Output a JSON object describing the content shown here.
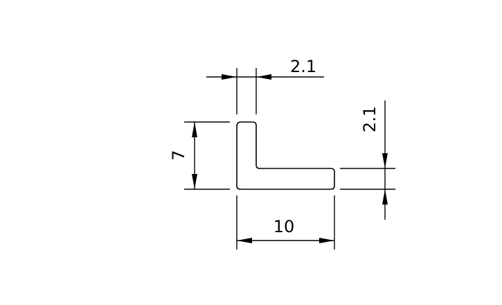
{
  "dimensions": {
    "top_thickness": "2.1",
    "right_thickness": "2.1",
    "height": "7",
    "width": "10"
  }
}
